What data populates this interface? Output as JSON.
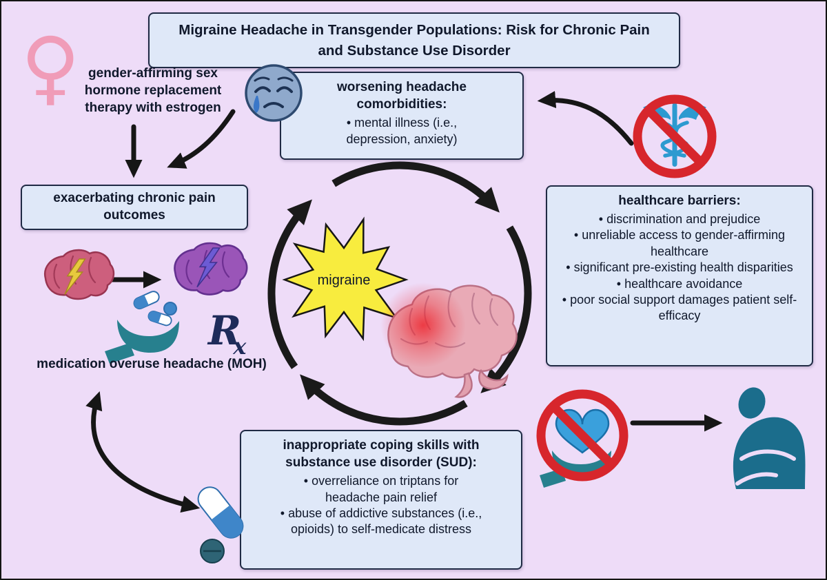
{
  "colors": {
    "background": "#eedcf8",
    "box_fill": "#dfe8f8",
    "box_border": "#1f2a44",
    "text": "#10182b",
    "arrow_black": "#161616",
    "starburst_yellow": "#f8ec3e",
    "female_pink": "#f09cb8",
    "sadface_blue": "#8fa9cc",
    "caduceus_blue": "#2d9ad0",
    "prohibition_red": "#d7262c",
    "brain_rose": "#cd5f7d",
    "brain_purple": "#9a55b8",
    "brain_pink": "#e9aab6",
    "bolt_yellow": "#e8c93e",
    "bolt_purple": "#6c5bd4",
    "hand_teal": "#27808e",
    "pill_blue": "#3f86c9",
    "tablet_teal": "#2e6475",
    "heart_blue": "#3aa0dc",
    "person_teal": "#1b6d8c",
    "rx_navy": "#1e2b5a",
    "pain_red": "#ed1c24"
  },
  "title": "Migraine Headache in Transgender Populations: Risk for Chronic Pain and Substance Use Disorder",
  "nodes": {
    "hormone_therapy": "gender-affirming sex hormone replacement therapy with estrogen",
    "chronic_pain": "exacerbating chronic pain outcomes",
    "comorbidities": {
      "title": "worsening headache comorbidities:",
      "items": [
        "mental illness (i.e., depression, anxiety)"
      ]
    },
    "healthcare_barriers": {
      "title": "healthcare barriers:",
      "items": [
        "discrimination and prejudice",
        "unreliable access to gender-affirming healthcare",
        "significant pre-existing health disparities",
        "healthcare avoidance",
        "poor social support damages patient self-efficacy"
      ]
    },
    "migraine": "migraine",
    "moh": "medication overuse headache (MOH)",
    "sud": {
      "title": "inappropriate coping skills with substance use disorder (SUD):",
      "items": [
        "overreliance on triptans for headache pain relief",
        "abuse of addictive substances (i.e., opioids) to self-medicate distress"
      ]
    },
    "rx_r": "R",
    "rx_x": "x"
  },
  "icons": {
    "female_symbol": "♀",
    "sad_face": "crying-sad-face",
    "no_healthcare": "caduceus-with-prohibition-sign",
    "brain_pain_left": "brain-with-lightning-bolt",
    "brain_pain_right": "brain-with-lightning-bolt",
    "hand_pills": "hand-holding-pills",
    "migraine_brain": "inflamed-brain",
    "capsule": "capsule-and-tablet",
    "no_support": "hand-with-heart-prohibited",
    "sad_person": "person-hunched-sad",
    "cycle": "clockwise-cycle-arrows"
  }
}
